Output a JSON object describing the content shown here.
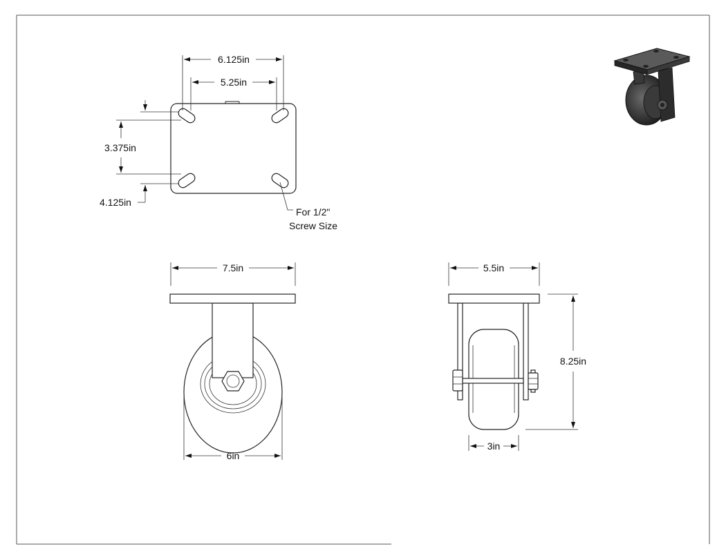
{
  "top_view": {
    "dim_overall_width": "6.125in",
    "dim_hole_width": "5.25in",
    "dim_hole_height": "3.375in",
    "dim_overall_height": "4.125in",
    "note_line1": "For 1/2\"",
    "note_line2": "Screw Size"
  },
  "front_view": {
    "dim_plate_width": "7.5in",
    "dim_wheel_diameter": "6in"
  },
  "side_view": {
    "dim_plate_width": "5.5in",
    "dim_height": "8.25in",
    "dim_wheel_width": "3in"
  }
}
